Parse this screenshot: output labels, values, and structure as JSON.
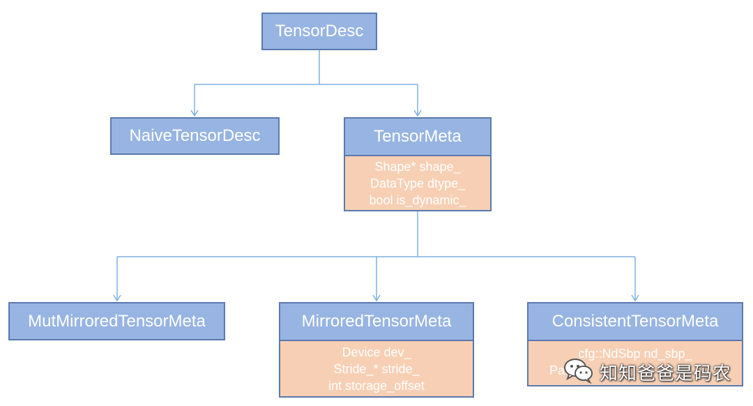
{
  "nodes": {
    "tensor_desc": {
      "title": "TensorDesc"
    },
    "naive_tensor_desc": {
      "title": "NaiveTensorDesc"
    },
    "tensor_meta": {
      "title": "TensorMeta",
      "fields": [
        "Shape* shape_",
        "DataType dtype_",
        "bool is_dynamic_"
      ]
    },
    "mut_mirrored_tensor_meta": {
      "title": "MutMirroredTensorMeta"
    },
    "mirrored_tensor_meta": {
      "title": "MirroredTensorMeta",
      "fields": [
        "Device dev_",
        "Stride_* stride_",
        "int storage_offset"
      ]
    },
    "consistent_tensor_meta": {
      "title": "ConsistentTensorMeta",
      "fields": [
        "cfg::NdSbp nd_sbp_",
        "Pa..."
      ]
    }
  },
  "watermark": {
    "text": "知知爸爸是码农",
    "icon": "wechat-icon"
  },
  "colors": {
    "header_fill": "#97b4e2",
    "header_border": "#5a79ad",
    "body_fill": "#f7cfb4",
    "connector": "#7fb0e0"
  }
}
